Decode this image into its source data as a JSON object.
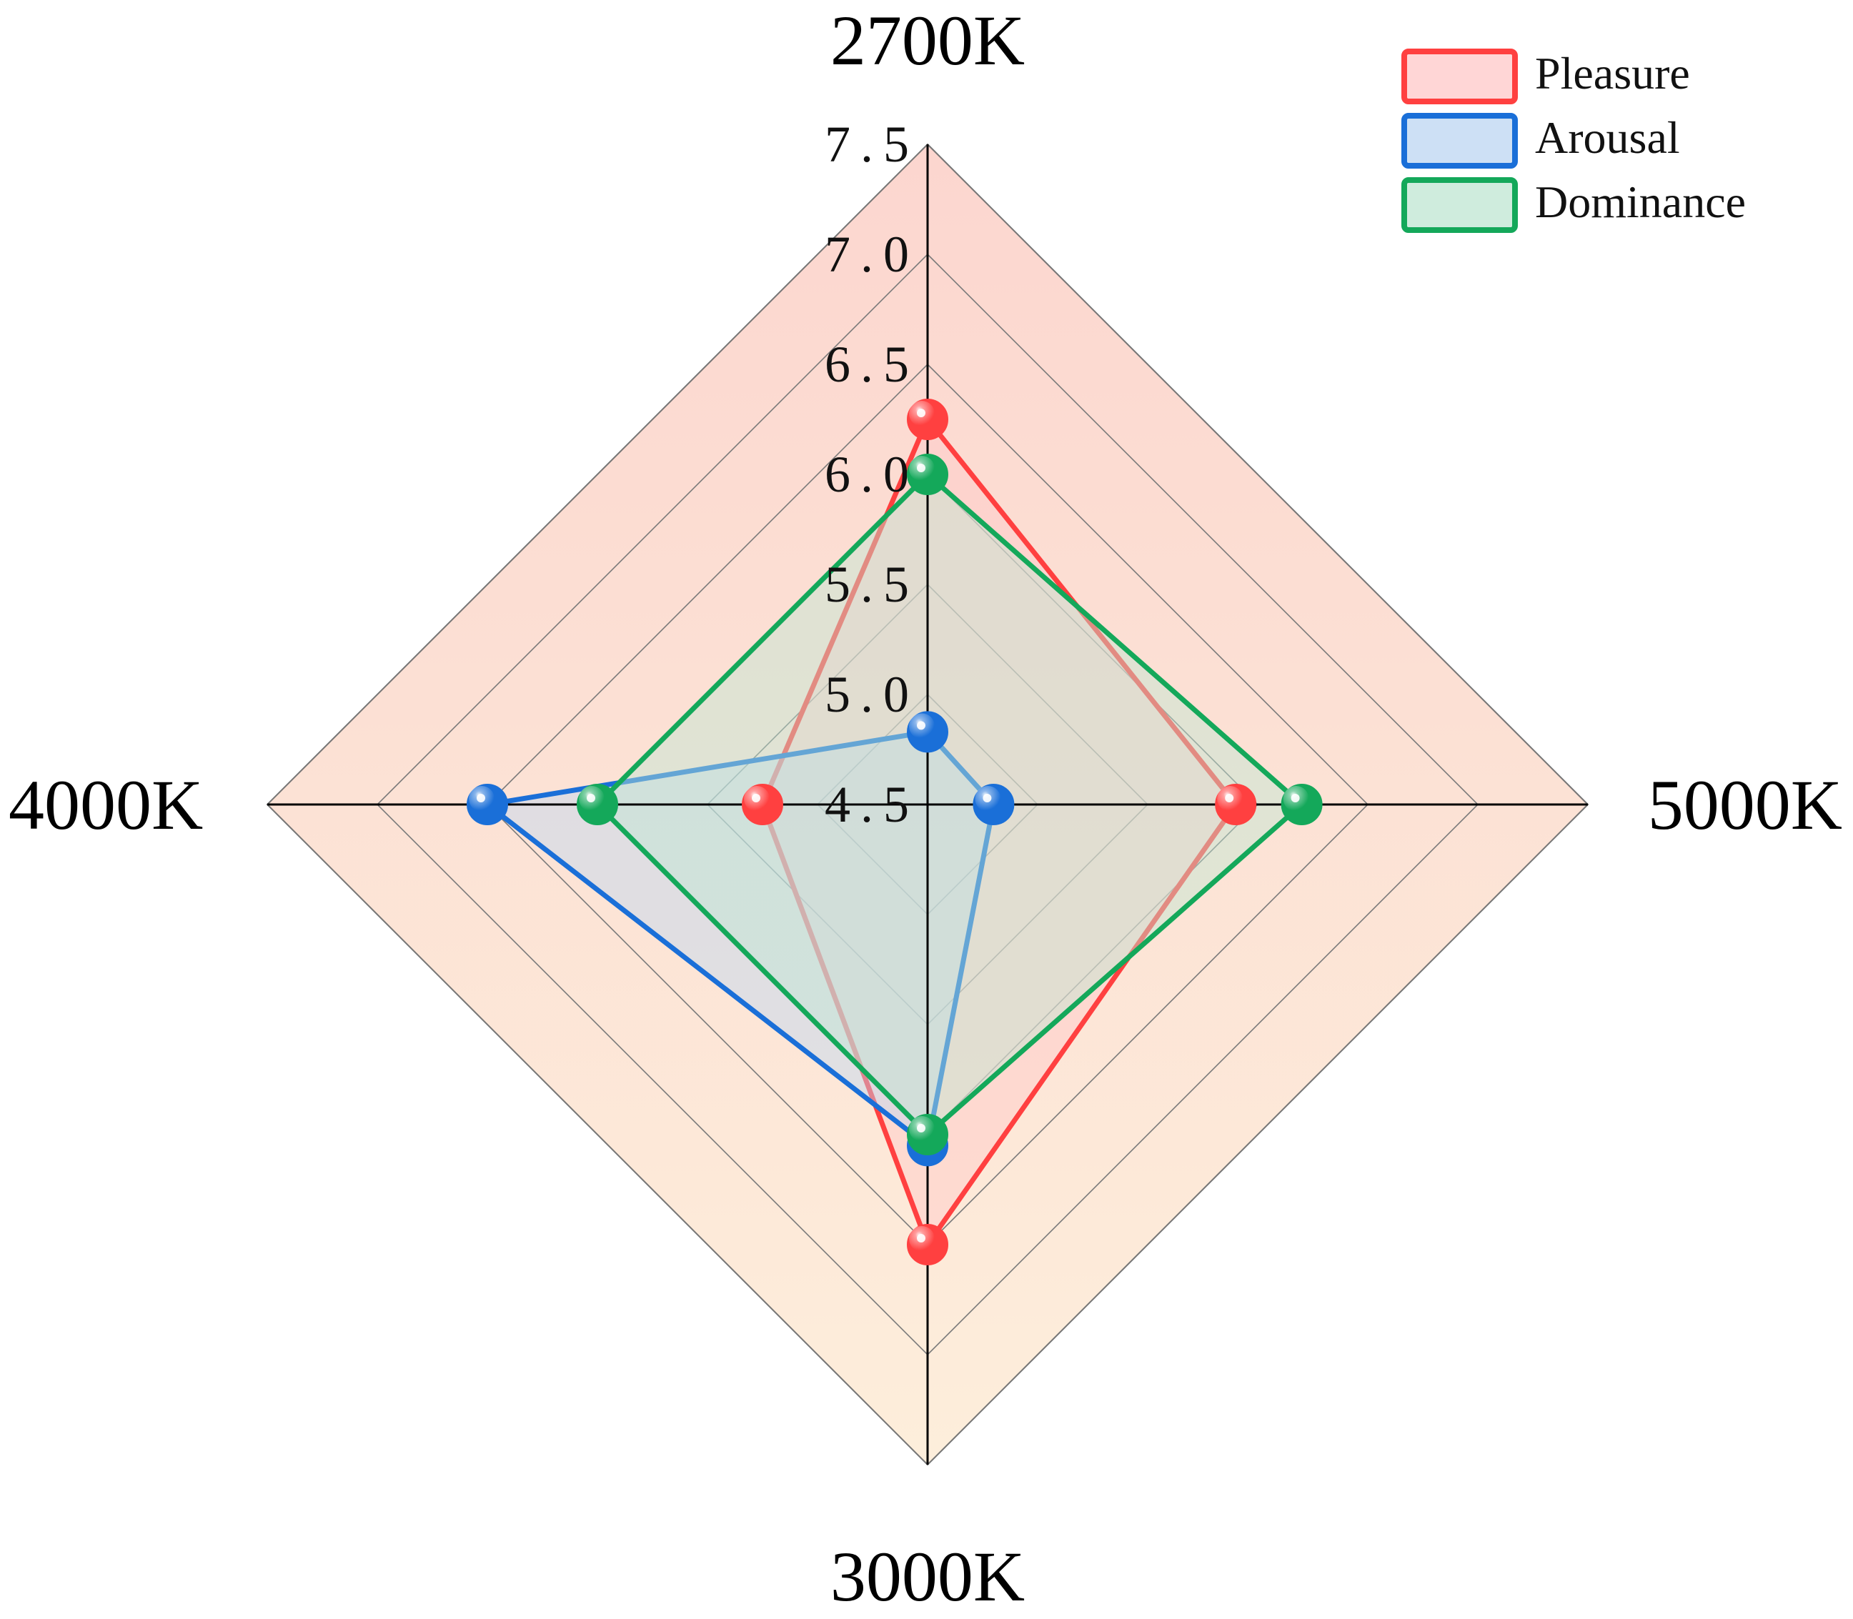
{
  "chart_data": {
    "type": "radar",
    "axes": [
      "2700K",
      "5000K",
      "3000K",
      "4000K"
    ],
    "ticks": [
      "4.5",
      "5.0",
      "5.5",
      "6.0",
      "6.5",
      "7.0",
      "7.5"
    ],
    "range": [
      4.5,
      7.5
    ],
    "grid": true,
    "legend_position": "top-right",
    "series": [
      {
        "name": "Pleasure",
        "color": "#ff4040",
        "fill": "#ffc8c8",
        "values": [
          6.25,
          5.9,
          6.5,
          5.25
        ]
      },
      {
        "name": "Arousal",
        "color": "#1a6fd8",
        "fill": "#bcd6f2",
        "values": [
          4.83,
          4.8,
          6.05,
          6.5
        ]
      },
      {
        "name": "Dominance",
        "color": "#14a85a",
        "fill": "#bfe6d2",
        "values": [
          6.0,
          6.2,
          6.0,
          6.0
        ]
      }
    ]
  }
}
